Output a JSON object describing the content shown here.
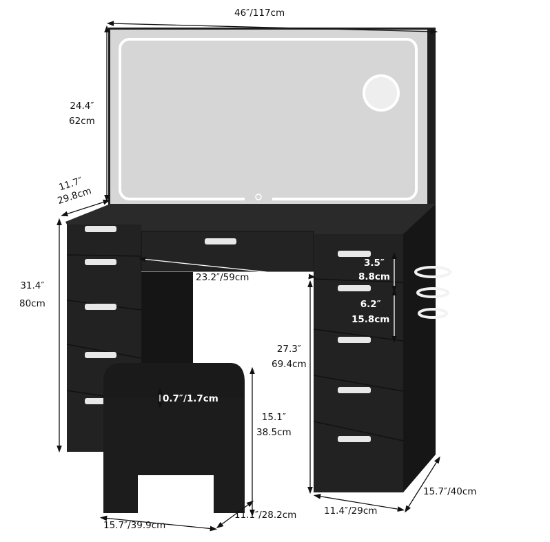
{
  "colors": {
    "furniture": "#1e1e1e",
    "mirror": "#d9d9d9",
    "led": "#ffffff",
    "handle": "#e8e8e8"
  },
  "dimensions": {
    "total_width": "46″/117cm",
    "mirror_height": [
      "24.4″",
      "62cm"
    ],
    "depth_top": [
      "11.7″",
      "29.8cm"
    ],
    "desk_height": [
      "31.4″",
      "80cm"
    ],
    "knee_width": "23.2″/59cm",
    "small_drawer": [
      "3.5″",
      "8.8cm"
    ],
    "medium_drawer": [
      "6.2″",
      "15.8cm"
    ],
    "knee_height": [
      "27.3″",
      "69.4cm"
    ],
    "cushion": "0.7″/1.7cm",
    "stool_height": [
      "15.1″",
      "38.5cm"
    ],
    "stool_width": "15.7″/39.9cm",
    "stool_depth": "11.1″/28.2cm",
    "cabinet_width": "11.4″/29cm",
    "cabinet_depth": "15.7″/40cm"
  }
}
